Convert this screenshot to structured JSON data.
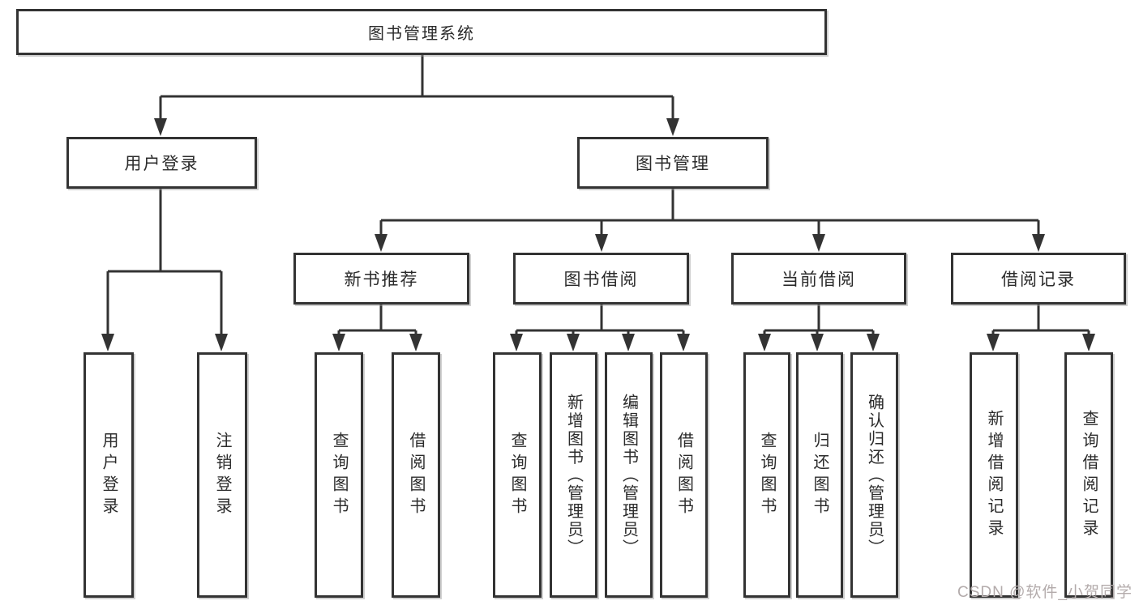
{
  "nodes": {
    "root": "图书管理系统",
    "user_login": "用户登录",
    "book_management": "图书管理",
    "new_book_recommend": "新书推荐",
    "book_borrowing": "图书借阅",
    "current_borrowing": "当前借阅",
    "borrowing_records": "借阅记录",
    "leaf_user_login": "用户登录",
    "leaf_logout_login": "注销登录",
    "leaf_query_books_recommend": "查询图书",
    "leaf_borrow_books_recommend": "借阅图书",
    "leaf_query_books_borrowing": "查询图书",
    "leaf_add_books_admin": "新增图书（管理员）",
    "leaf_edit_books_admin": "编辑图书（管理员）",
    "leaf_borrow_books_borrowing": "借阅图书",
    "leaf_query_books_current": "查询图书",
    "leaf_return_books": "归还图书",
    "leaf_confirm_return_admin": "确认归还（管理员）",
    "leaf_add_borrow_record": "新增借阅记录",
    "leaf_query_borrow_record": "查询借阅记录"
  },
  "structure": {
    "root": "图书管理系统",
    "children": [
      {
        "label": "用户登录",
        "children": [
          "用户登录",
          "注销登录"
        ]
      },
      {
        "label": "图书管理",
        "children": [
          {
            "label": "新书推荐",
            "children": [
              "查询图书",
              "借阅图书"
            ]
          },
          {
            "label": "图书借阅",
            "children": [
              "查询图书",
              "新增图书（管理员）",
              "编辑图书（管理员）",
              "借阅图书"
            ]
          },
          {
            "label": "当前借阅",
            "children": [
              "查询图书",
              "归还图书",
              "确认归还（管理员）"
            ]
          },
          {
            "label": "借阅记录",
            "children": [
              "新增借阅记录",
              "查询借阅记录"
            ]
          }
        ]
      }
    ]
  },
  "watermark": "CSDN @软件_小贺同学",
  "colors": {
    "line": "#333333",
    "text": "#2b2b2b",
    "box_background": "#ffffff",
    "watermark": "#b3abab"
  }
}
